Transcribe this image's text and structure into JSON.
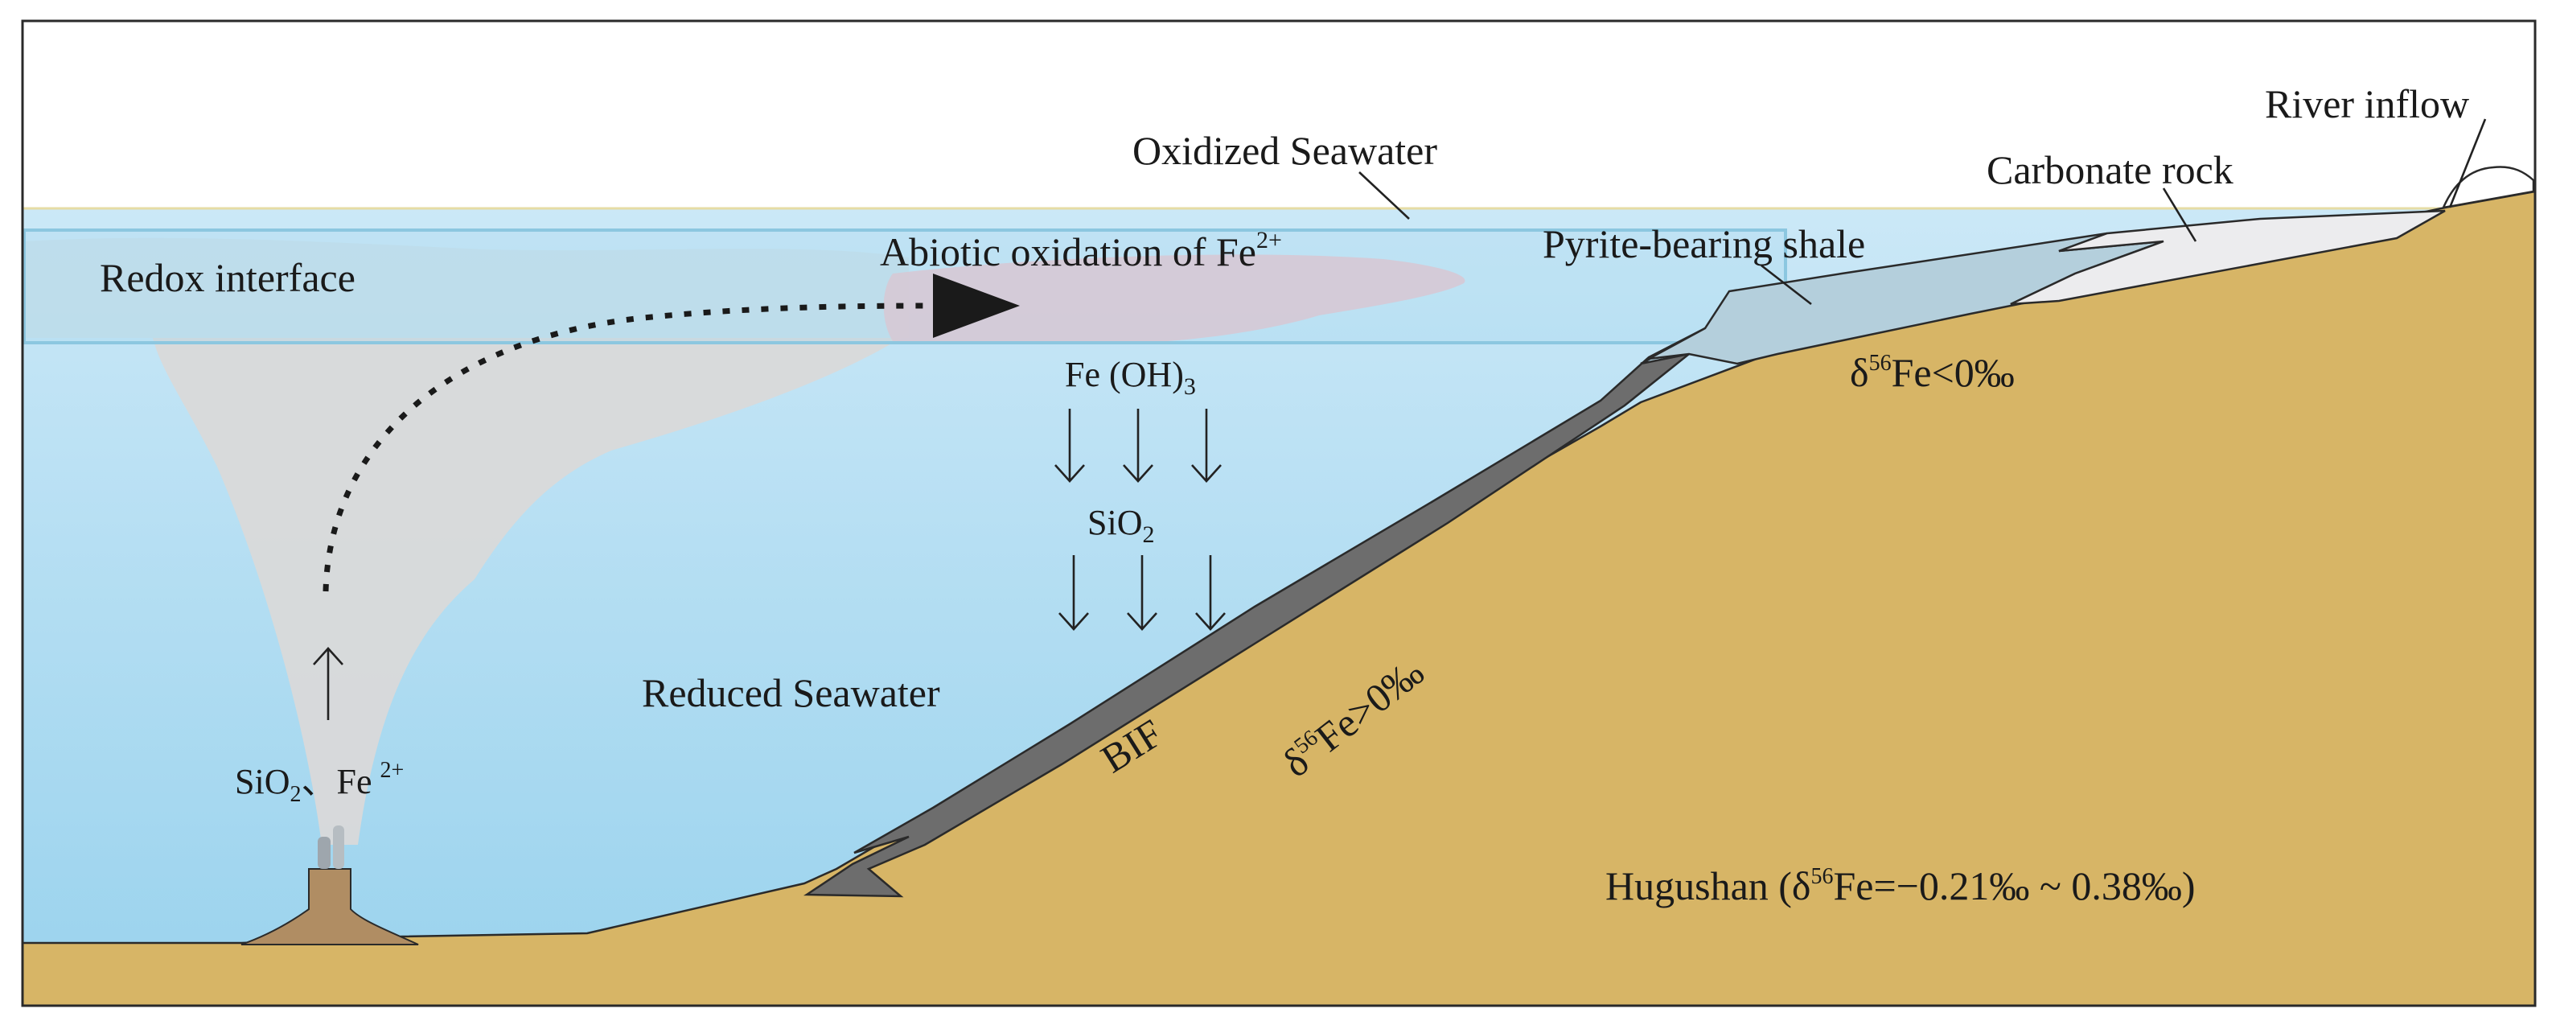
{
  "labels": {
    "river_inflow": "River inflow",
    "oxidized_seawater": "Oxidized Seawater",
    "carbonate_rock": "Carbonate rock",
    "pyrite_shale": "Pyrite-bearing shale",
    "abiotic_oxidation": "Abiotic oxidation of Fe",
    "abiotic_oxidation_sup": "2+",
    "redox_interface": "Redox interface",
    "fe_oh3": "Fe (OH)",
    "fe_oh3_sub": "3",
    "sio2": "SiO",
    "sio2_sub": "2",
    "delta_prefix": "δ",
    "delta_mass": "56",
    "delta_neg_rest": "Fe<0‰",
    "delta_pos_rest": "Fe>0‰",
    "bif": "BIF",
    "reduced_seawater": "Reduced Seawater",
    "vent_sio2": "SiO",
    "vent_sio2_sub": "2",
    "vent_sep": "、Fe",
    "vent_fe_sup": "2+",
    "hugushan_prefix": "Hugushan (",
    "hugushan_range": "Fe=−0.21‰ ~ 0.38‰)"
  },
  "colors": {
    "sky": "#ffffff",
    "seawater_top": "#c6e6f6",
    "seawater_bottom": "#9fd5ef",
    "sediment": "#d7b566",
    "bif": "#6d6d6d",
    "shale": "#b4cfdc",
    "carbonate": "#ececee",
    "plume": "#d9d9d9",
    "oxidation_zone": "#e9c3cc",
    "vent": "#b08d63",
    "interface_border": "#8cc7e0"
  },
  "icons": {
    "vent": "hydrothermal-vent-chimney",
    "plume_arrow": "dotted-curved-arrow",
    "settling": "down-arrow"
  }
}
